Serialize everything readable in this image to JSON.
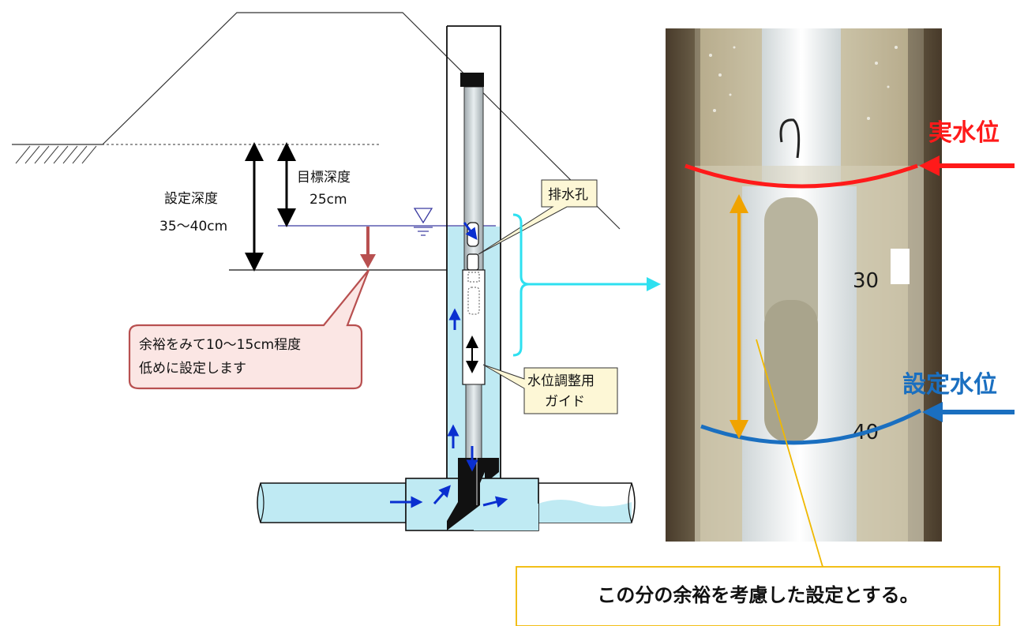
{
  "labels": {
    "target_depth": "目標深度",
    "target_depth_value": "25cm",
    "set_depth": "設定深度",
    "set_depth_value": "35～40cm",
    "drain_hole": "排水孔",
    "guide_line1": "水位調整用",
    "guide_line2": "ガイド",
    "margin_note_line1": "余裕をみて10～15cm程度",
    "margin_note_line2": "低めに設定します",
    "actual_level": "実水位",
    "set_level": "設定水位",
    "scale_30": "30",
    "scale_40": "40",
    "bottom_note": "この分の余裕を考慮した設定とする。"
  },
  "colors": {
    "water": "#bfeaf3",
    "pipe": "#c9d1d4",
    "red": "#ff1a1a",
    "blue": "#1a6fc0",
    "orange": "#f0a300",
    "callout_red": "#b85050",
    "callout_fill": "#fbe6e4",
    "note_fill": "#fdf7d6",
    "note_border": "#f0b800",
    "cyan": "#2ee0f0",
    "flow_arrow": "#0a2fd0"
  }
}
